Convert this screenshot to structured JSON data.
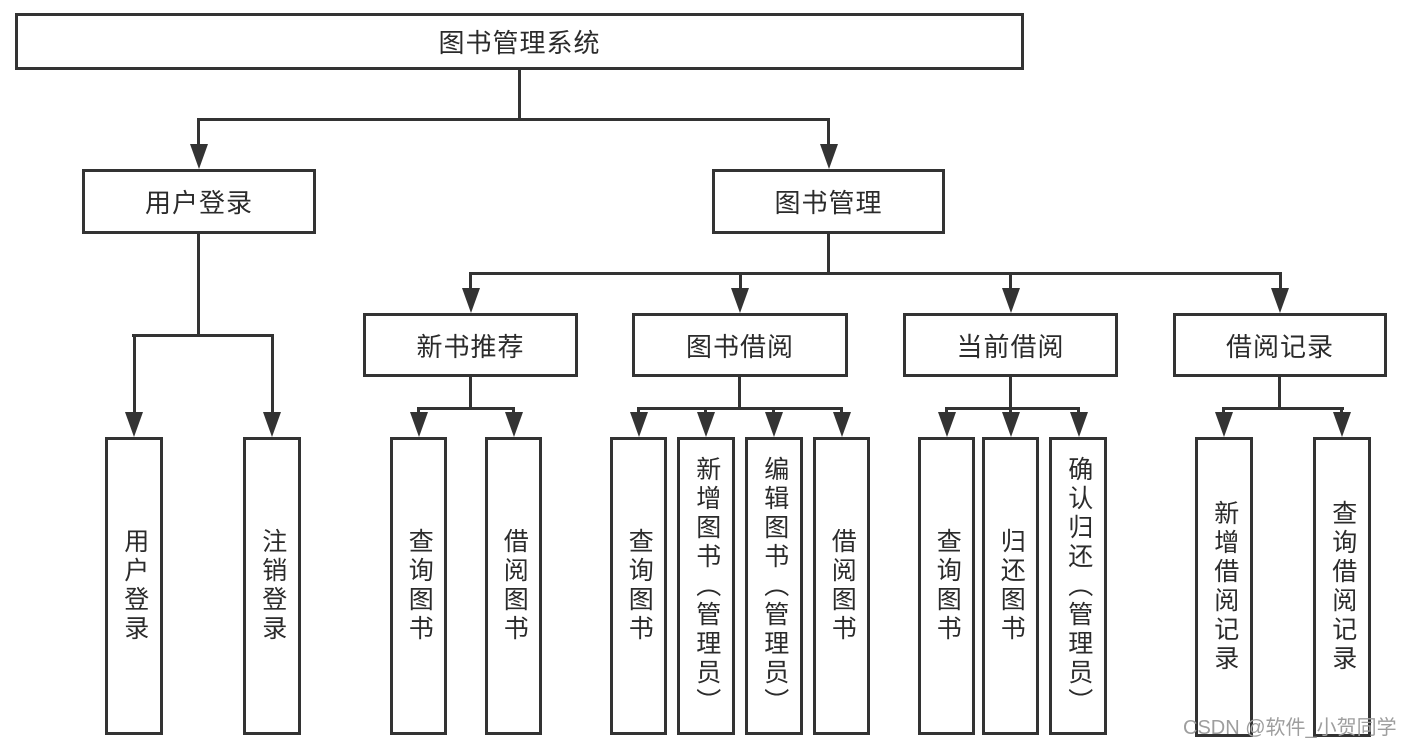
{
  "diagram": {
    "title": "图书管理系统",
    "type": "function-structure-tree"
  },
  "nodes": {
    "root": "图书管理系统",
    "user_login": "用户登录",
    "book_mgmt": "图书管理",
    "new_book_rec": "新书推荐",
    "book_borrow": "图书借阅",
    "current_borrow": "当前借阅",
    "borrow_records": "借阅记录",
    "u1": "用户登录",
    "u2": "注销登录",
    "n1": "查询图书",
    "n2": "借阅图书",
    "b1": "查询图书",
    "b2": "新增图书（管理员）",
    "b3": "编辑图书（管理员）",
    "b4": "借阅图书",
    "c1": "查询图书",
    "c2": "归还图书",
    "c3": "确认归还（管理员）",
    "r1": "新增借阅记录",
    "r2": "查询借阅记录"
  },
  "hierarchy": {
    "root": [
      "user_login",
      "book_mgmt"
    ],
    "user_login": [
      "u1",
      "u2"
    ],
    "book_mgmt": [
      "new_book_rec",
      "book_borrow",
      "current_borrow",
      "borrow_records"
    ],
    "new_book_rec": [
      "n1",
      "n2"
    ],
    "book_borrow": [
      "b1",
      "b2",
      "b3",
      "b4"
    ],
    "current_borrow": [
      "c1",
      "c2",
      "c3"
    ],
    "borrow_records": [
      "r1",
      "r2"
    ]
  },
  "watermark": "CSDN @软件_小贺同学",
  "colors": {
    "line": "#333333",
    "text": "#2b2b2b",
    "background": "#ffffff",
    "watermark": "#9e9e9e"
  }
}
